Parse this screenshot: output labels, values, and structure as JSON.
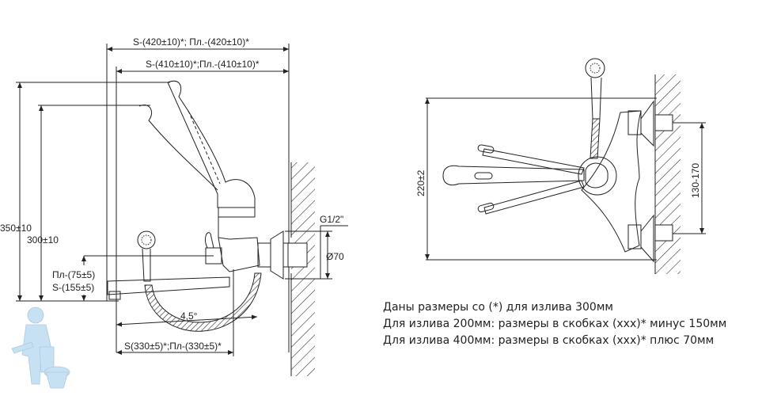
{
  "side_view": {
    "dim_top_outer": "S-(420±10)*; Пл.-(420±10)*",
    "dim_top_inner": "S-(410±10)*;Пл.-(410±10)*",
    "dim_height_outer": "350±10",
    "dim_height_inner": "300±10",
    "dim_spout_pl": "Пл-(75±5)",
    "dim_spout_s": "S-(155±5)",
    "dim_angle": "4,5°",
    "dim_bottom": "S(330±5)*;Пл-(330±5)*",
    "dim_thread": "G1/2\"",
    "dim_diameter": "Ø70"
  },
  "top_view": {
    "dim_height": "220±2",
    "dim_spacing": "130-170"
  },
  "notes": [
    "Даны размеры со (*) для излива 300мм",
    "Для излива 200мм: размеры в скобках (xxx)* минус 150мм",
    "Для излива 400мм: размеры в скобках (xxx)* плюс 70мм"
  ],
  "colors": {
    "line": "#222222",
    "logo": "#c7e0f2",
    "watermark": "#d6d6d6"
  },
  "icons": {
    "logo": "plumber-mascot-icon"
  }
}
